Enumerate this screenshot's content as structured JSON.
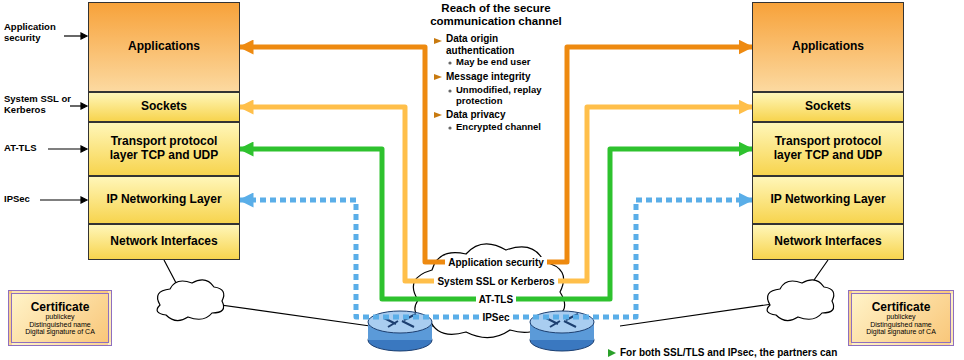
{
  "diagram": {
    "title": "Reach of the secure communication channel",
    "nodes": [
      {
        "text": [
          "Applications"
        ]
      },
      {
        "text": [
          "Sockets"
        ]
      },
      {
        "text": [
          "Transport protocol layer TCP and UDP"
        ]
      },
      {
        "text": [
          "IP Networking Layer"
        ]
      },
      {
        "text": [
          "Network Interfaces"
        ]
      },
      {
        "text": [
          "Applications"
        ]
      },
      {
        "text": [
          "Sockets"
        ]
      },
      {
        "text": [
          "Transport protocol layer TCP and UDP"
        ]
      },
      {
        "text": [
          "IP Networking Layer"
        ]
      },
      {
        "text": [
          "Network Interfaces"
        ]
      },
      {
        "text": [
          "Certificate",
          "publickey",
          "Distinguished name",
          "Digital signature of CA"
        ]
      },
      {
        "text": [
          "Certificate",
          "publickey",
          "Distinguished name",
          "Digital signature of CA"
        ]
      }
    ],
    "edges": [
      {
        "from": 0,
        "to": 5,
        "arrow": "both",
        "label": "Application security"
      },
      {
        "from": 1,
        "to": 6,
        "arrow": "both",
        "label": "System SSL or Kerberos"
      },
      {
        "from": 2,
        "to": 7,
        "arrow": "both",
        "label": "AT-TLS"
      },
      {
        "from": 3,
        "to": 8,
        "arrow": "both",
        "label": "IPSec"
      }
    ],
    "labels": [
      "Application security",
      "System SSL or Kerberos",
      "AT-TLS",
      "IPSec",
      "Data origin authentication",
      "May be end user",
      "Message integrity",
      "Unmodified, replay protection",
      "Data privacy",
      "Encrypted channel",
      "For both SSL/TLS and IPsec, the partners can"
    ]
  }
}
